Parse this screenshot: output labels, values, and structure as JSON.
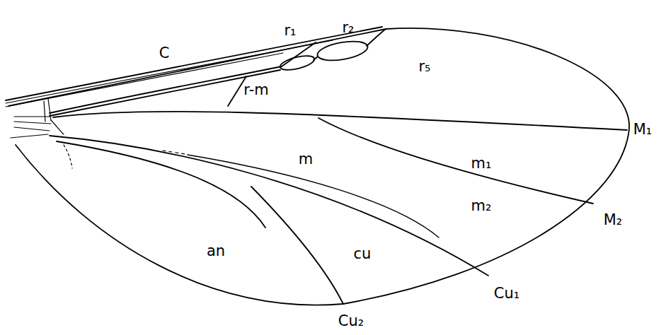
{
  "diagram": {
    "labels": [
      "C",
      "r₁",
      "r₂",
      "r-m",
      "r₅",
      "M₁",
      "m",
      "m₁",
      "M₂",
      "m₂",
      "an",
      "cu",
      "Cu₁",
      "Cu₂"
    ]
  }
}
